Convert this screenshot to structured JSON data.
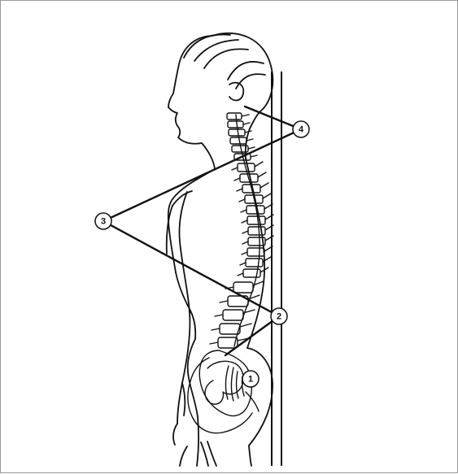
{
  "callouts": [
    {
      "id": "1",
      "label": "1"
    },
    {
      "id": "2",
      "label": "2"
    },
    {
      "id": "3",
      "label": "3"
    },
    {
      "id": "4",
      "label": "4"
    }
  ],
  "colors": {
    "line": "#111111",
    "background": "#ffffff",
    "frame": "#9a9a9a"
  },
  "icons": {
    "figure": "human-profile-with-spine"
  }
}
